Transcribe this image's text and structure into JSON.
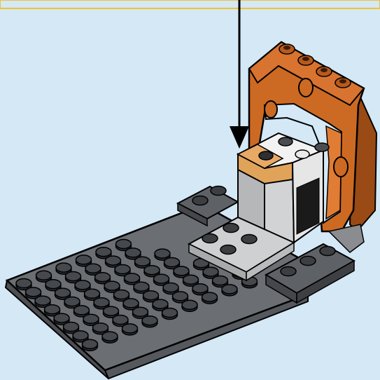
{
  "title": "",
  "colors": {
    "background": "#d4e8f6",
    "border": "#f2c230",
    "baseplate": "#6b6e72",
    "baseplate_dark": "#4c4e52",
    "stud": "#3c3e42",
    "stud_top": "#606368",
    "light_gray": "#c3c5c7",
    "white": "#f4f4f4",
    "black": "#1a1a1a",
    "orange": "#cc6a23",
    "orange_dark": "#9a4a14",
    "tan": "#e0a35a",
    "outline": "#000000"
  },
  "elements": {
    "arrow": {
      "direction": "down",
      "icon": "down-arrow-icon"
    },
    "baseplate": {
      "icon": "lego-baseplate",
      "color": "dark gray"
    },
    "frame": {
      "icon": "lego-orange-frame",
      "color": "orange"
    },
    "bracket": {
      "icon": "lego-light-gray-bracket",
      "color": "light gray"
    }
  }
}
